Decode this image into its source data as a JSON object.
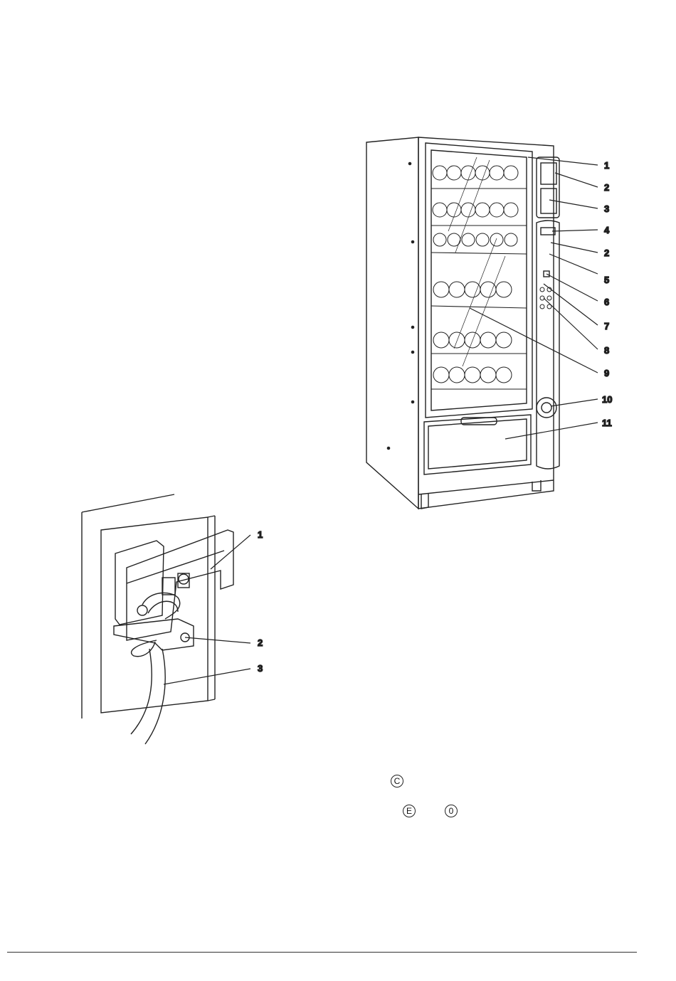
{
  "vending_machine": {
    "callouts": [
      "1",
      "2",
      "3",
      "4",
      "2",
      "5",
      "6",
      "7",
      "8",
      "9",
      "10",
      "11"
    ]
  },
  "power_socket": {
    "callouts": [
      "1",
      "2",
      "3"
    ]
  },
  "symbols": {
    "c": "C",
    "e": "E",
    "zero": "0"
  }
}
